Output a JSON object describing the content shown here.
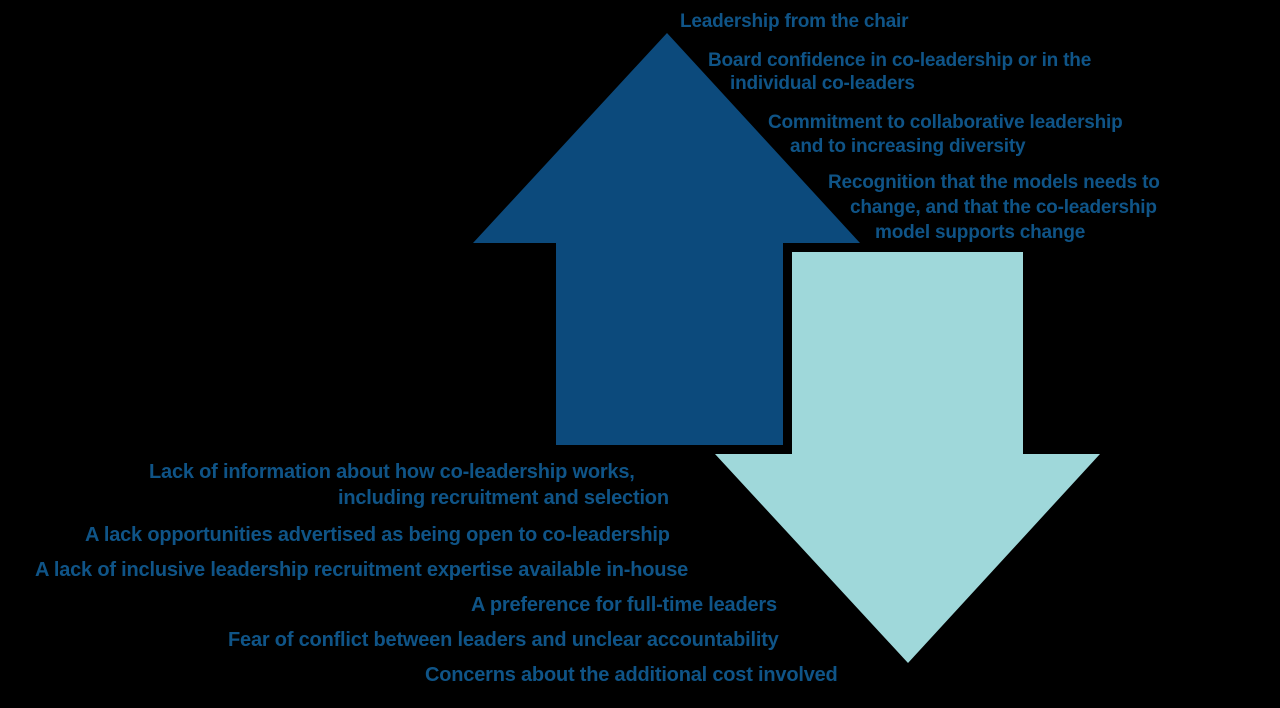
{
  "diagram": {
    "colors": {
      "up_arrow": "#0c4a7c",
      "down_arrow": "#9fd8da",
      "text": "#0f5487",
      "background": "#000000"
    },
    "enablers": [
      {
        "lines": [
          "Leadership from the chair"
        ]
      },
      {
        "lines": [
          "Board confidence in co-leadership or in the",
          "individual co-leaders"
        ]
      },
      {
        "lines": [
          "Commitment to collaborative leadership",
          "and to increasing diversity"
        ]
      },
      {
        "lines": [
          "Recognition that the models needs to",
          "change, and that the co-leadership",
          "model supports change"
        ]
      }
    ],
    "barriers": [
      {
        "lines": [
          "Lack of information about how co-leadership works,",
          "including recruitment and selection"
        ]
      },
      {
        "lines": [
          "A lack opportunities advertised as being open to co-leadership"
        ]
      },
      {
        "lines": [
          "A lack of inclusive leadership recruitment expertise available in-house"
        ]
      },
      {
        "lines": [
          "A preference for full-time leaders"
        ]
      },
      {
        "lines": [
          "Fear of conflict between leaders and unclear accountability"
        ]
      },
      {
        "lines": [
          "Concerns about the additional cost involved"
        ]
      }
    ]
  }
}
